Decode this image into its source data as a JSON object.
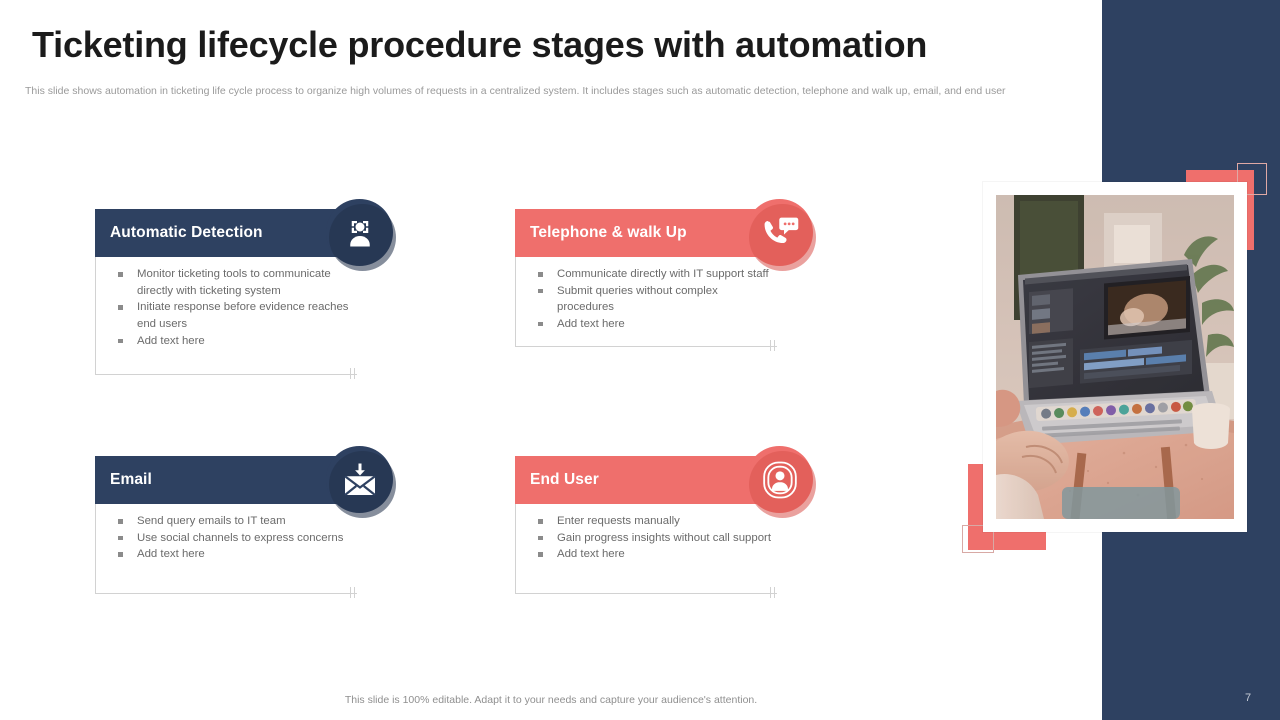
{
  "slide": {
    "title": "Ticketing lifecycle procedure stages with automation",
    "subtitle": "This slide shows automation in ticketing life cycle process to organize high volumes of requests in a centralized system. It includes stages such as automatic detection, telephone and walk up, email, and end user",
    "footer_note": "This slide is 100% editable. Adapt it to your needs and capture your audience's attention.",
    "page_number": "7"
  },
  "colors": {
    "navy": "#2e4161",
    "navy_dark": "#22314a",
    "coral": "#ef6f6c",
    "coral_dark": "#d9534f",
    "body_text": "#6b6b6b",
    "title_text": "#1b1b1b",
    "subtitle_text": "#9a9a9a",
    "card_border": "#d2d2d2"
  },
  "cards": [
    {
      "id": "automatic-detection",
      "title": "Automatic Detection",
      "theme": "navy",
      "icon": "face-detection-person-icon",
      "bullets": [
        "Monitor ticketing tools to communicate directly with ticketing system",
        "Initiate response before evidence reaches end users",
        "Add text here"
      ]
    },
    {
      "id": "telephone-walk-up",
      "title": "Telephone & walk Up",
      "theme": "coral",
      "icon": "phone-chat-icon",
      "bullets": [
        "Communicate directly with IT support staff",
        "Submit queries without complex procedures",
        "Add text here"
      ]
    },
    {
      "id": "email",
      "title": "Email",
      "theme": "navy",
      "icon": "envelope-download-icon",
      "bullets": [
        "Send query emails to IT team",
        "Use social channels to express concerns",
        "Add text here"
      ]
    },
    {
      "id": "end-user",
      "title": "End User",
      "theme": "coral",
      "icon": "user-badge-icon",
      "bullets": [
        "Enter requests manually",
        "Gain progress insights without call support",
        "Add text here"
      ]
    }
  ],
  "photo": {
    "alt": "person typing on a laptop running video editing software at a round table"
  }
}
